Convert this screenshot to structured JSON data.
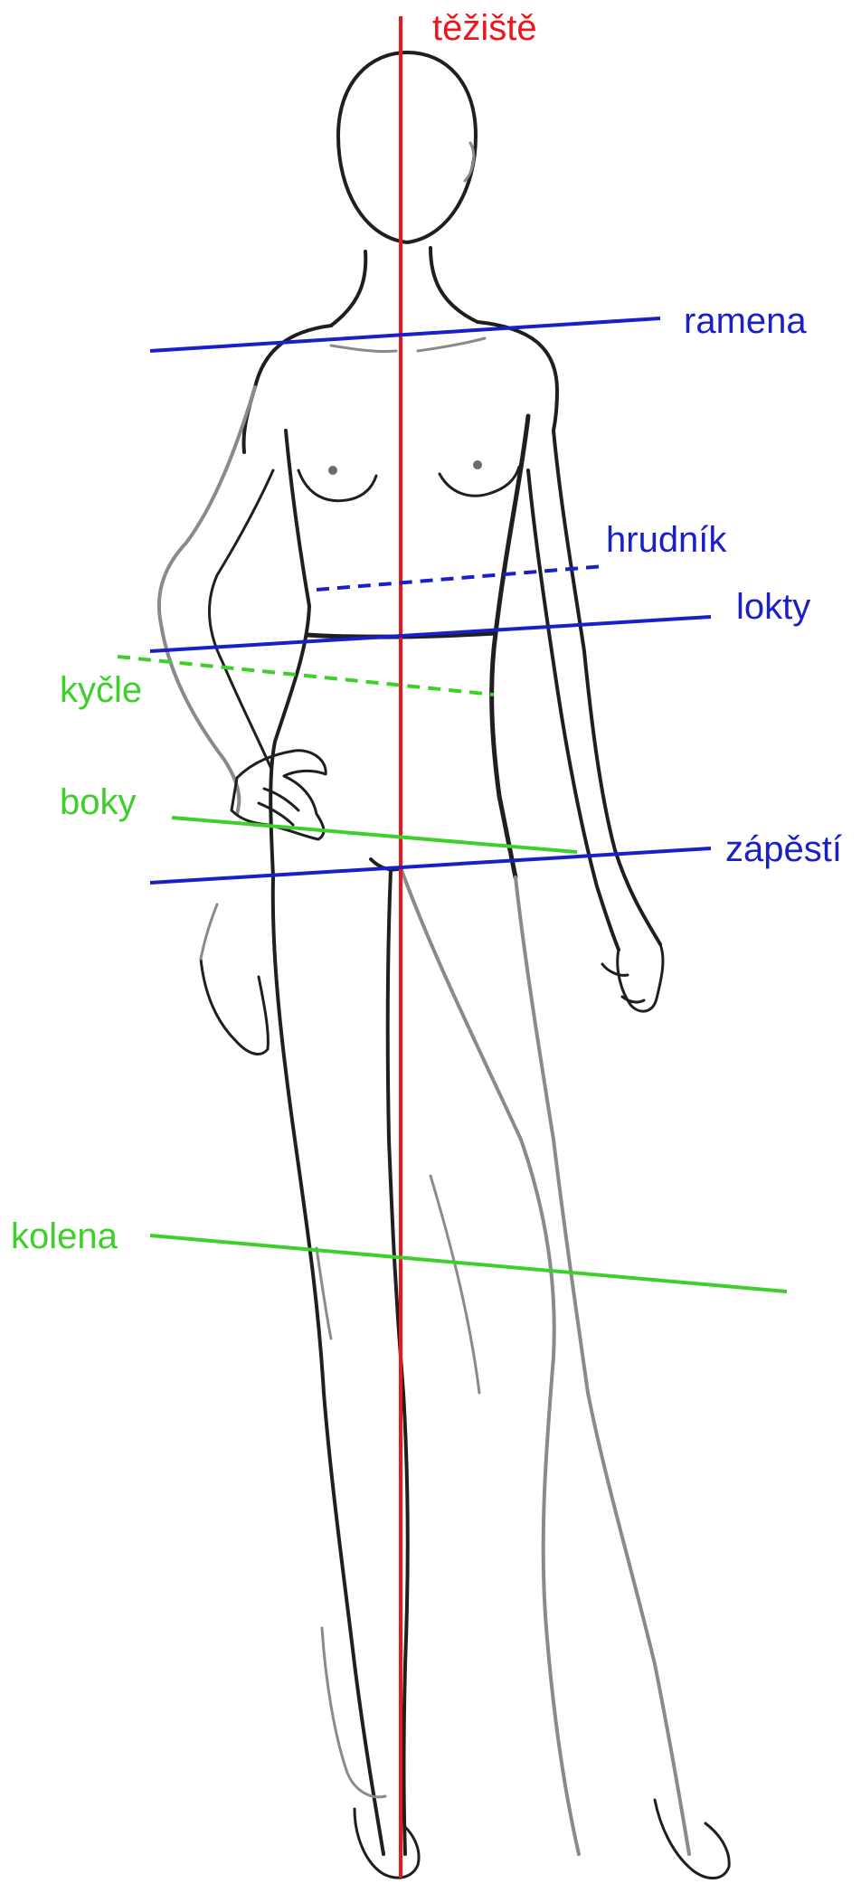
{
  "labels": {
    "center_of_gravity": "těžiště",
    "shoulders": "ramena",
    "chest": "hrudník",
    "elbows": "lokty",
    "hip_joint": "kyčle",
    "hips": "boky",
    "wrists": "zápěstí",
    "knees": "kolena"
  },
  "colors": {
    "center_of_gravity": "#e8181e",
    "upper_body": "#1a1fc8",
    "lower_body": "#3fcf2a",
    "ink": "#1f1f1f",
    "ink_light": "#8a8a8a",
    "background": "#ffffff"
  }
}
